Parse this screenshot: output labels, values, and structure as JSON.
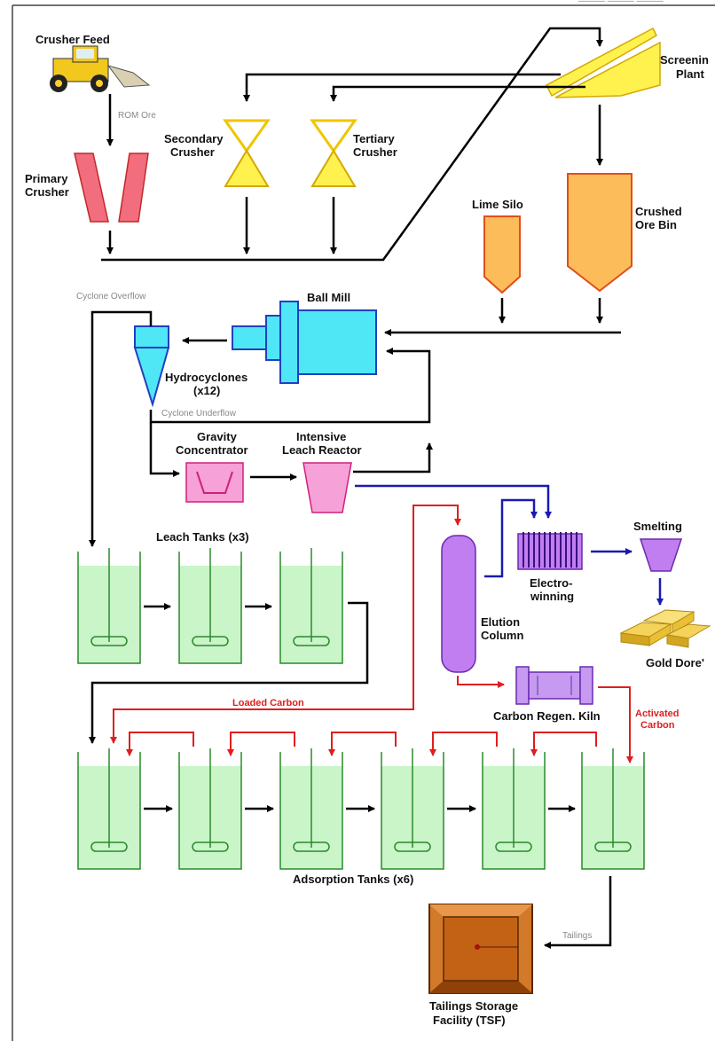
{
  "header_fragment": "———  ——— ———",
  "labels": {
    "crusher_feed": "Crusher Feed",
    "rom_ore": "ROM Ore",
    "primary_crusher": [
      "Primary",
      "Crusher"
    ],
    "secondary_crusher": [
      "Secondary",
      "Crusher"
    ],
    "tertiary_crusher": [
      "Tertiary",
      "Crusher"
    ],
    "screening_plant": [
      "Screenin",
      "Plant"
    ],
    "lime_silo": "Lime Silo",
    "crushed_ore_bin": [
      "Crushed",
      "Ore Bin"
    ],
    "cyclone_overflow": "Cyclone Overflow",
    "ball_mill": "Ball Mill",
    "hydrocyclones": [
      "Hydrocyclones",
      "(x12)"
    ],
    "cyclone_underflow": "Cyclone Underflow",
    "gravity_concentrator": [
      "Gravity",
      "Concentrator"
    ],
    "intensive_leach_reactor": [
      "Intensive",
      "Leach Reactor"
    ],
    "leach_tanks": "Leach Tanks (x3)",
    "electrowinning": [
      "Electro-",
      "winning"
    ],
    "smelting": "Smelting",
    "elution_column": [
      "Elution",
      "Column"
    ],
    "gold_dore": "Gold Dore'",
    "carbon_regen_kiln": "Carbon Regen. Kiln",
    "loaded_carbon": "Loaded Carbon",
    "activated_carbon": [
      "Activated",
      "Carbon"
    ],
    "adsorption_tanks": "Adsorption Tanks (x6)",
    "tailings": "Tailings",
    "tsf": [
      "Tailings Storage",
      "Facility (TSF)"
    ]
  },
  "colors": {
    "crusher_pink": "#f26d7d",
    "crusher_yellow": "#fff24f",
    "bin_orange": "#fcbc5a",
    "mill_cyan": "#4fe6f6",
    "conc_pink": "#f7a1d9",
    "tank_green": "#c9f5c9",
    "elution_purple": "#c07ef0",
    "kiln_purple": "#c59af0",
    "tsf_brown": "#c36214",
    "flow_black": "#000000",
    "flow_red": "#e01e1e",
    "flow_blue": "#1a1ab0"
  },
  "icons": [
    "loader-truck-icon",
    "gold-bars-icon",
    "agitator-icon"
  ]
}
